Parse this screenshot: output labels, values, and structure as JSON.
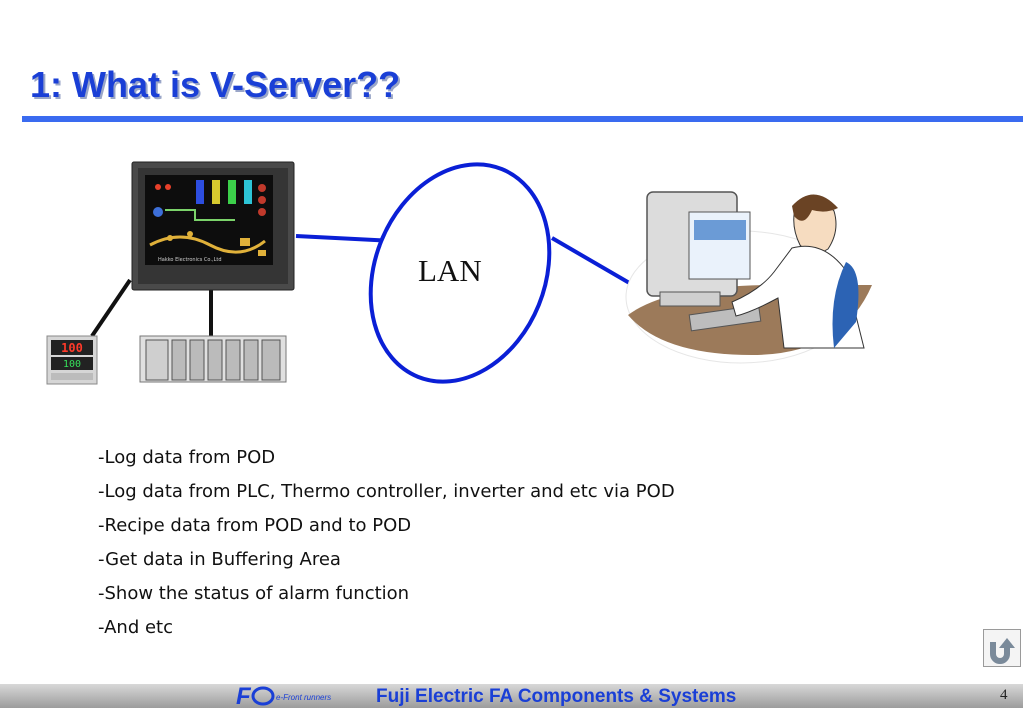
{
  "slide": {
    "title": "1: What is V-Server??",
    "page_number": "4"
  },
  "diagram": {
    "network_label": "LAN",
    "pod_screen_text": "Hakko Electronics Co.,Ltd",
    "thermo_upper_value": "100",
    "thermo_lower_value": "100"
  },
  "bullets": [
    "-Log data from POD",
    "-Log data from PLC, Thermo controller, inverter and etc via POD",
    "-Recipe data from POD and to POD",
    "-Get data in Buffering Area",
    "-Show the status of alarm function",
    "-And etc"
  ],
  "footer": {
    "logo_tagline": "e-Front runners",
    "company": "Fuji Electric FA Components & Systems"
  },
  "icons": {
    "return": "u-turn-arrow-icon",
    "brand": "fe-logo-icon"
  },
  "colors": {
    "title": "#1a3fd6",
    "rule": "#3a6bf0",
    "network_lines": "#0a1fd6"
  }
}
